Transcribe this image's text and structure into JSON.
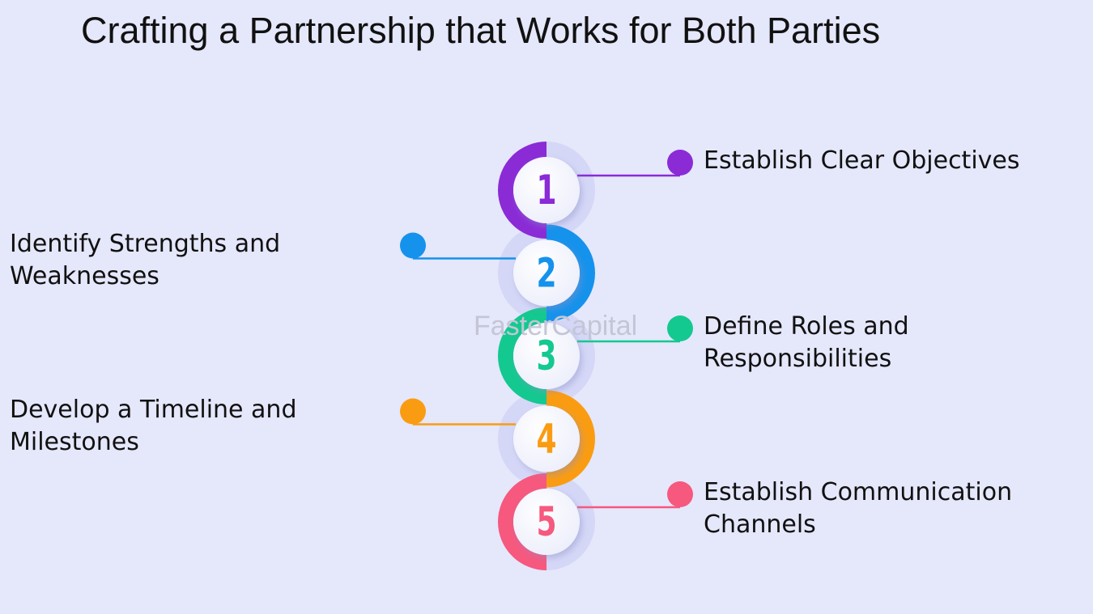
{
  "title": "Crafting a Partnership that Works for Both Parties",
  "watermark": "FasterCapital",
  "steps": [
    {
      "number": "1",
      "lines": [
        "Establish Clear Objectives"
      ],
      "side": "right",
      "color": "#8a2bd6"
    },
    {
      "number": "2",
      "lines": [
        "Identify Strengths and",
        "Weaknesses"
      ],
      "side": "left",
      "color": "#1592ec"
    },
    {
      "number": "3",
      "lines": [
        "Define Roles and",
        "Responsibilities"
      ],
      "side": "right",
      "color": "#13c98f"
    },
    {
      "number": "4",
      "lines": [
        "Develop a Timeline and",
        "Milestones"
      ],
      "side": "left",
      "color": "#fa9c12"
    },
    {
      "number": "5",
      "lines": [
        "Establish Communication",
        "Channels"
      ],
      "side": "right",
      "color": "#f6587e"
    }
  ],
  "ring_light_color": "#d5d7f7"
}
